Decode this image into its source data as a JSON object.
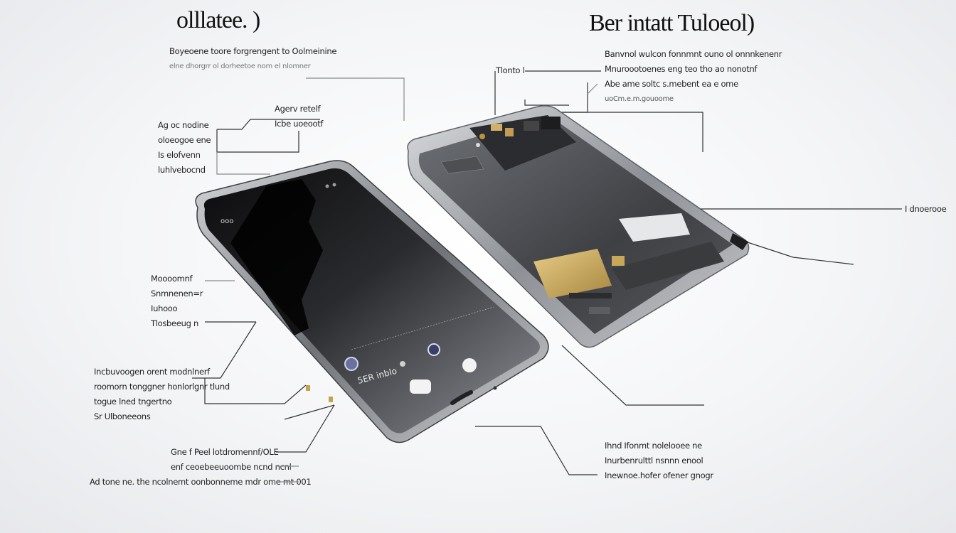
{
  "titles": {
    "left": "olllatee. )",
    "right": "Ber intatt Tuloeol)"
  },
  "labels": {
    "top_left_sub": [
      "Boyeoene toore forgrengent to Oolmeinine",
      "elne dhorgrr ol dorheetoe nom el nlomner"
    ],
    "top_left_callout": [
      "Agerv retelf",
      "Icbe uoeootf"
    ],
    "left_a": [
      "Ag oc nodine",
      "oloeogoe ene",
      "Is elofvenn",
      "luhlvebocnd"
    ],
    "left_b": [
      "Moooomnf",
      "Snmnenen=r",
      "Iuhooo",
      "Tlosbeeug n"
    ],
    "left_c": [
      "Incbuvoogen orent modnlnerf",
      "roomorn tonggner honlorlgnr tlund",
      "togue lned tngertno",
      "Sr Ulboneeons"
    ],
    "bottom_left": [
      "Gne f Peel lotdromennf/OLE",
      "enf ceoebeeuoombe ncnd ncnl",
      "Ad tone ne. the ncolnemt oonbonneme mdr ome mt 001"
    ],
    "top_right": [
      "Banvnol wulcon fonnmnt ouno  ol onnnkenenr",
      "Mnuroootoenes eng teo  tho ao nonotnf",
      "Abe ame soltc s.mebent ea e ome",
      "uoCm.e.m.gouoome"
    ],
    "top_right_tag": "Tlonto l",
    "right_mid": "I dnoerooe",
    "bottom_right": [
      "Ihnd Ifonmt nolelooee ne",
      "Inurbenrulttl nsnnn enool",
      "Inewnoe.hofer ofener gnogr"
    ],
    "phone_screen": [
      "5ER inblo",
      "ooo"
    ]
  },
  "colors": {
    "accent_gold": "#c8a452",
    "phone_glass": "#1b1c1e",
    "frame_silver": "#b9bcc0"
  }
}
